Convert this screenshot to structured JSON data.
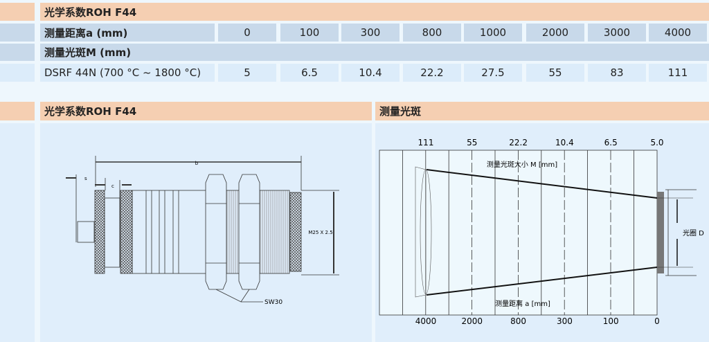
{
  "table": {
    "title": "光学系数ROH F44",
    "distance_label": "测量距离a (mm)",
    "distances": [
      "0",
      "100",
      "300",
      "800",
      "1000",
      "2000",
      "3000",
      "4000"
    ],
    "spot_label": "测量光斑M (mm)",
    "model_label": "DSRF 44N (700 °C ~ 1800 °C)",
    "spots": [
      "5",
      "6.5",
      "10.4",
      "22.2",
      "27.5",
      "55",
      "83",
      "111"
    ]
  },
  "left_panel": {
    "title": "光学系数ROH F44",
    "dim_b": "b",
    "dim_s": "s",
    "dim_c": "c",
    "thread": "M25 X 2.5",
    "wrench": "SW30"
  },
  "right_panel": {
    "title": "测量光斑",
    "top_ticks": [
      "111",
      "55",
      "22.2",
      "10.4",
      "6.5",
      "5.0"
    ],
    "bottom_ticks": [
      "4000",
      "2000",
      "800",
      "300",
      "100",
      "0"
    ],
    "spot_size_label": "测量光斑大小 M [mm]",
    "distance_label": "测量距离 a [mm]",
    "aperture_label": "光圈 D"
  },
  "colors": {
    "header": "#f5cfb2",
    "row": "#c8d9ea",
    "light_row": "#dcecfa"
  }
}
